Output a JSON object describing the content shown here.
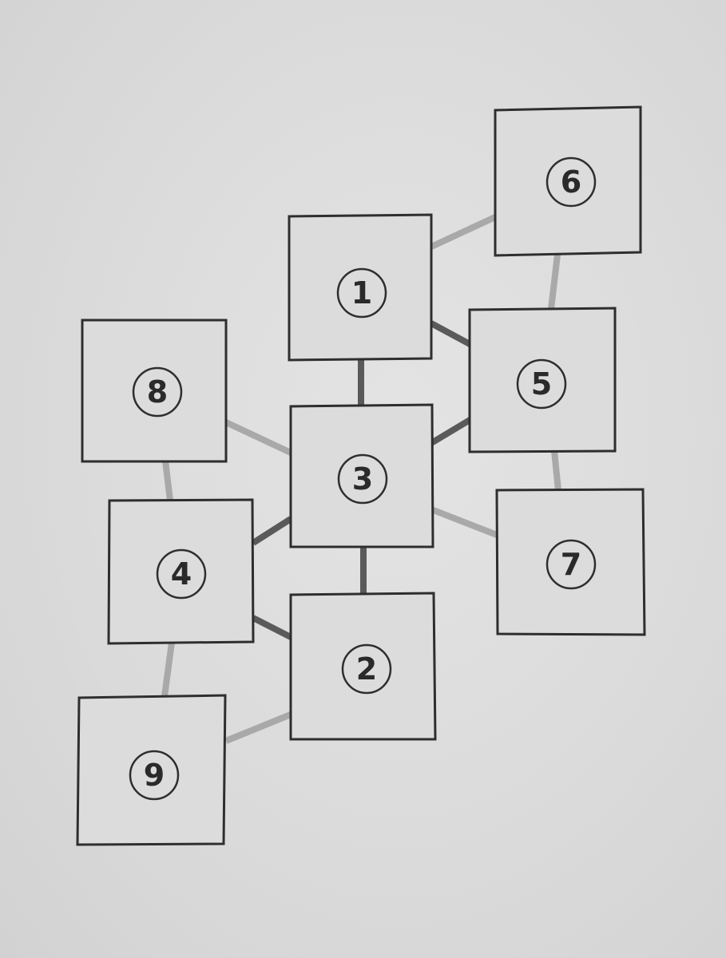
{
  "diagram": {
    "nodes": [
      {
        "id": "1",
        "label": "1"
      },
      {
        "id": "2",
        "label": "2"
      },
      {
        "id": "3",
        "label": "3"
      },
      {
        "id": "4",
        "label": "4"
      },
      {
        "id": "5",
        "label": "5"
      },
      {
        "id": "6",
        "label": "6"
      },
      {
        "id": "7",
        "label": "7"
      },
      {
        "id": "8",
        "label": "8"
      },
      {
        "id": "9",
        "label": "9"
      }
    ],
    "edges": [
      {
        "from": "1",
        "to": "3",
        "style": "dark"
      },
      {
        "from": "3",
        "to": "2",
        "style": "dark"
      },
      {
        "from": "1",
        "to": "6",
        "style": "light"
      },
      {
        "from": "1",
        "to": "5",
        "style": "dark"
      },
      {
        "from": "6",
        "to": "5",
        "style": "light"
      },
      {
        "from": "3",
        "to": "5",
        "style": "dark"
      },
      {
        "from": "5",
        "to": "7",
        "style": "light"
      },
      {
        "from": "3",
        "to": "7",
        "style": "light"
      },
      {
        "from": "8",
        "to": "3",
        "style": "light"
      },
      {
        "from": "8",
        "to": "4",
        "style": "light"
      },
      {
        "from": "3",
        "to": "4",
        "style": "dark"
      },
      {
        "from": "4",
        "to": "2",
        "style": "dark"
      },
      {
        "from": "4",
        "to": "9",
        "style": "light"
      },
      {
        "from": "9",
        "to": "2",
        "style": "light"
      }
    ]
  }
}
